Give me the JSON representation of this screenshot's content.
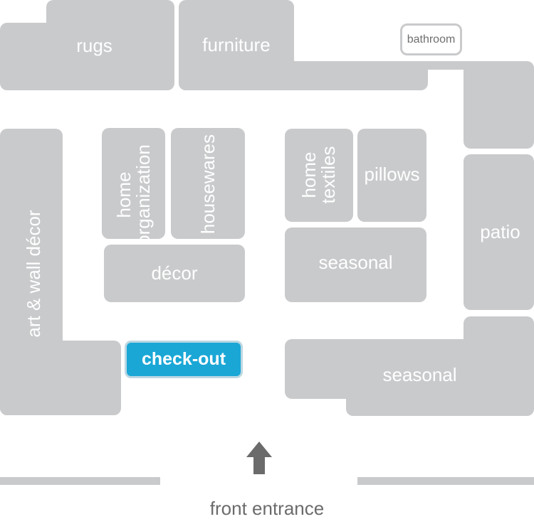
{
  "colors": {
    "block": "#c9cacc",
    "checkout": "#1aa7d6",
    "arrow": "#6b6b6b",
    "text_dark": "#6b6b6b"
  },
  "departments": {
    "rugs": "rugs",
    "furniture": "furniture",
    "bathroom": "bathroom",
    "art_wall_decor": "art & wall décor",
    "home_organization_line1": "home",
    "home_organization_line2": "organization",
    "housewares": "housewares",
    "home_textiles_line1": "home",
    "home_textiles_line2": "textiles",
    "pillows": "pillows",
    "patio": "patio",
    "decor": "décor",
    "seasonal_center": "seasonal",
    "seasonal_bottom": "seasonal",
    "checkout": "check-out"
  },
  "entrance": {
    "label": "front entrance",
    "arrow_icon": "up-arrow-icon"
  }
}
